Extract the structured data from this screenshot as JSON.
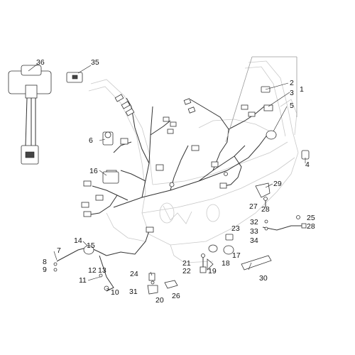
{
  "callouts": [
    "36",
    "35",
    "1",
    "2",
    "3",
    "5",
    "6",
    "16",
    "4",
    "29",
    "27",
    "28",
    "25",
    "28",
    "32",
    "33",
    "34",
    "23",
    "14",
    "15",
    "7",
    "8",
    "9",
    "12",
    "13",
    "11",
    "10",
    "24",
    "31",
    "20",
    "26",
    "21",
    "22",
    "19",
    "18",
    "17",
    "30"
  ]
}
